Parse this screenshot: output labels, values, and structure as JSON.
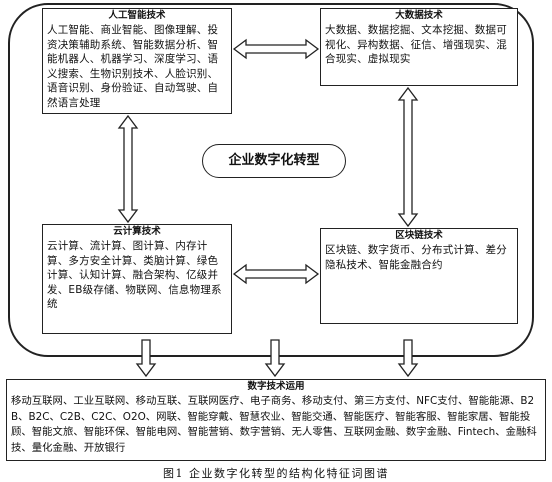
{
  "center": "企业数字化转型",
  "boxes": {
    "ai": {
      "title": "人工智能技术",
      "body": "人工智能、商业智能、图像理解、投资决策辅助系统、智能数据分析、智能机器人、机器学习、深度学习、语义搜索、生物识别技术、人脸识别、语音识别、身份验证、自动驾驶、自然语言处理"
    },
    "bigdata": {
      "title": "大数据技术",
      "body": "大数据、数据挖掘、文本挖掘、数据可视化、异构数据、征信、增强现实、混合现实、虚拟现实"
    },
    "cloud": {
      "title": "云计算技术",
      "body": "云计算、流计算、图计算、内存计算、多方安全计算、类脑计算、绿色计算、认知计算、融合架构、亿级并发、EB级存储、物联网、信息物理系统"
    },
    "blockchain": {
      "title": "区块链技术",
      "body": "区块链、数字货币、分布式计算、差分隐私技术、智能金融合约"
    },
    "apps": {
      "title": "数字技术运用",
      "body": "移动互联网、工业互联网、移动互联、互联网医疗、电子商务、移动支付、第三方支付、NFC支付、智能能源、B2B、B2C、C2B、C2C、O2O、网联、智能穿戴、智慧农业、智能交通、智能医疗、智能客服、智能家居、智能投顾、智能文旅、智能环保、智能电网、智能营销、数字营销、无人零售、互联网金融、数字金融、Fintech、金融科技、量化金融、开放银行"
    }
  },
  "caption": "图1 企业数字化转型的结构化特征词图谱"
}
